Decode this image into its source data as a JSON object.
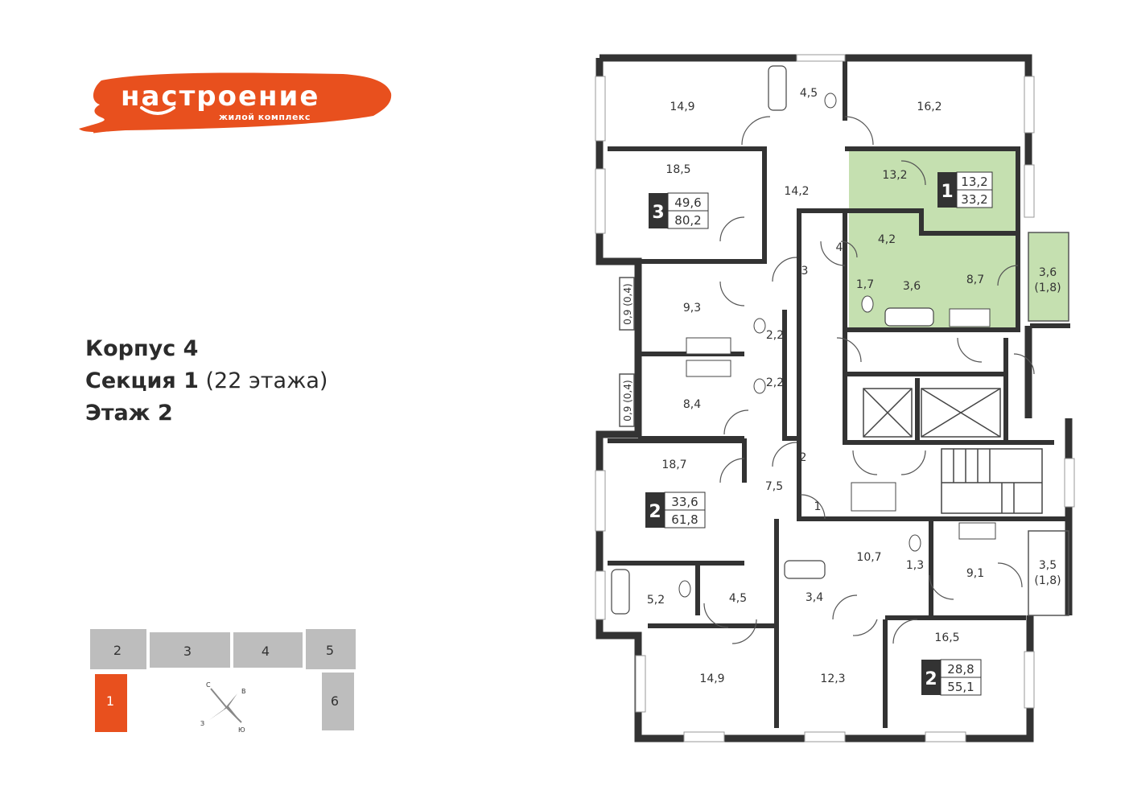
{
  "logo": {
    "title": "настроение",
    "subtitle": "жилой комплекс",
    "color": "#e8501e"
  },
  "info": {
    "building": "Корпус 4",
    "section_label": "Секция 1",
    "section_floors": "(22 этажа)",
    "floor": "Этаж 2"
  },
  "rooms": [
    "14,9",
    "4,5",
    "16,2",
    "18,5",
    "14,2",
    "13,2",
    "4",
    "4,2",
    "3",
    "9,3",
    "1,7",
    "3,6",
    "8,7",
    "3,6",
    "(1,8)",
    "0,9 (0,4)",
    "2,2",
    "2,2",
    "0,9 (0,4)",
    "8,4",
    "18,7",
    "2",
    "7,5",
    "1",
    "10,7",
    "1,3",
    "9,1",
    "3,5",
    "(1,8)",
    "5,2",
    "4,5",
    "3,4",
    "16,5",
    "14,9",
    "12,3"
  ],
  "apartments": [
    {
      "rooms": "3",
      "living": "49,6",
      "total": "80,2"
    },
    {
      "rooms": "1",
      "living": "13,2",
      "total": "33,2"
    },
    {
      "rooms": "2",
      "living": "33,6",
      "total": "61,8"
    },
    {
      "rooms": "2",
      "living": "28,8",
      "total": "55,1"
    }
  ],
  "highlight_color": "#c5e0b0",
  "section_map": {
    "sections": [
      "2",
      "3",
      "4",
      "5",
      "1",
      "6"
    ],
    "active": "1",
    "active_color": "#e8501e",
    "inactive_color": "#bdbdbd",
    "compass": [
      "С",
      "В",
      "З",
      "Ю"
    ]
  }
}
